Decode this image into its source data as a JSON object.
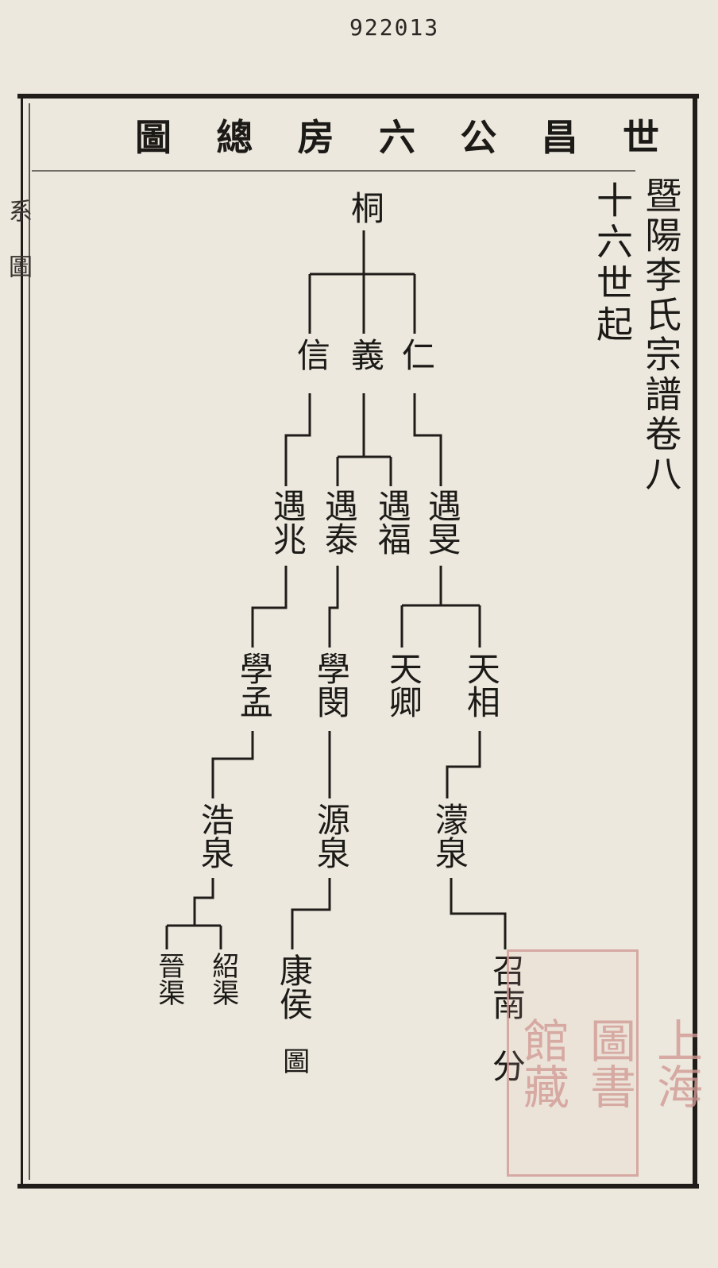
{
  "catalog_number": "922013",
  "title_chars": [
    "世",
    "昌",
    "公",
    "六",
    "房",
    "總",
    "圖"
  ],
  "book_title": "暨陽李氏宗譜卷八",
  "generation_note": "十六世起",
  "margin_text": "系圖",
  "tree": {
    "root": "桐",
    "gen1": [
      "仁",
      "義",
      "信"
    ],
    "gen2": [
      "遇旻",
      "遇福",
      "遇泰",
      "遇兆"
    ],
    "gen3": [
      "天相",
      "天卿",
      "學閔",
      "學孟"
    ],
    "gen4": [
      "濛泉",
      "源泉",
      "浩泉"
    ],
    "gen5": [
      "召南",
      "康侯",
      "紹渠",
      "晉渠"
    ],
    "notes": [
      "分",
      "圖"
    ]
  },
  "seal_text": [
    "上",
    "海",
    "圖",
    "書",
    "館",
    "藏"
  ],
  "colors": {
    "paper": "#ece8de",
    "ink": "#1c1a17",
    "seal": "#d19a94"
  }
}
